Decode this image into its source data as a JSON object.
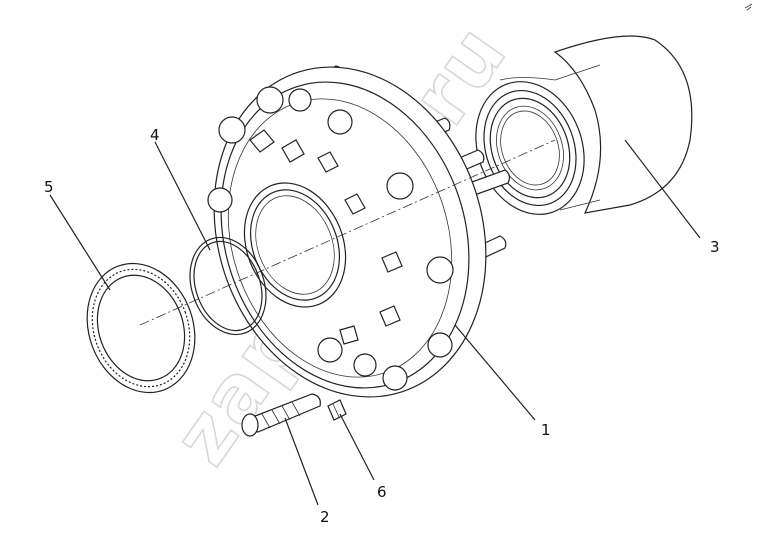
{
  "diagram": {
    "callouts": [
      {
        "id": "1",
        "label": "1"
      },
      {
        "id": "2",
        "label": "2"
      },
      {
        "id": "3",
        "label": "3"
      },
      {
        "id": "4",
        "label": "4"
      },
      {
        "id": "5",
        "label": "5"
      },
      {
        "id": "6",
        "label": "6"
      }
    ],
    "watermark": "zap.kam.ru",
    "line_color": "#222222",
    "watermark_color": "#d8d8d8"
  }
}
